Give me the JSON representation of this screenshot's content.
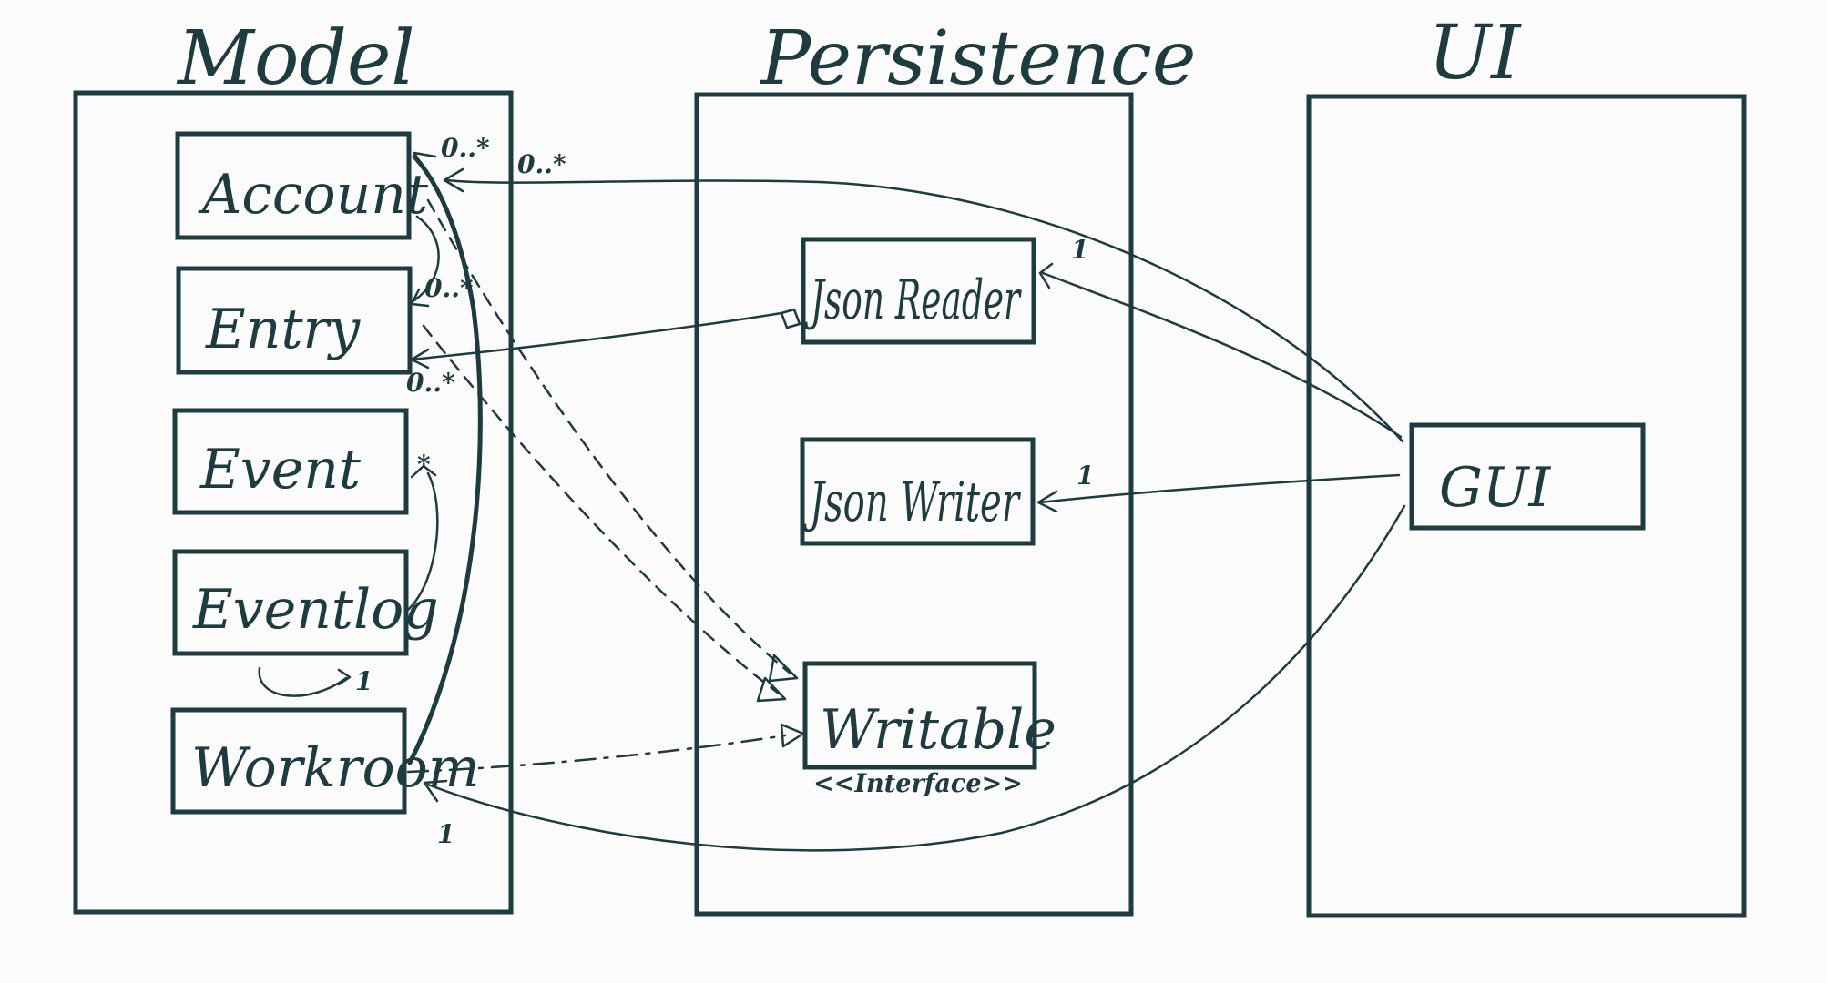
{
  "packages": {
    "model": {
      "title": "Model"
    },
    "persistence": {
      "title": "Persistence"
    },
    "ui": {
      "title": "UI"
    }
  },
  "classes": {
    "account": "Account",
    "entry": "Entry",
    "event": "Event",
    "eventlog": "Eventlog",
    "workroom": "Workroom",
    "jsonreader": "Json Reader",
    "jsonwriter": "Json Writer",
    "writable": "Writable",
    "writable_stereotype": "<<Interface>>",
    "gui": "GUI"
  },
  "multiplicities": {
    "account_gui": "0..*",
    "account_workroom": "0..*",
    "entry_account": "0..*",
    "entry_workroom": "0..*",
    "event_eventlog": "*",
    "eventlog_self": "1",
    "jsonreader_gui": "1",
    "jsonwriter_gui": "1",
    "workroom_gui": "1"
  },
  "colors": {
    "ink": "#1e3b40",
    "paper": "#fbfbfb"
  }
}
